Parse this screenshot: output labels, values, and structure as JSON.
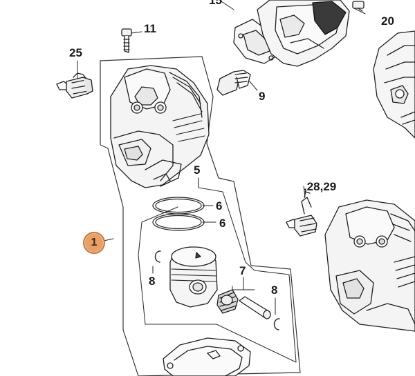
{
  "labels": {
    "l11": "11",
    "l25": "25",
    "l9": "9",
    "l20": "20",
    "l15": "15",
    "l5": "5",
    "l6a": "6",
    "l6b": "6",
    "l8a": "8",
    "l7": "7",
    "l8b": "8",
    "l2829": ",28,29",
    "l1": "1"
  }
}
